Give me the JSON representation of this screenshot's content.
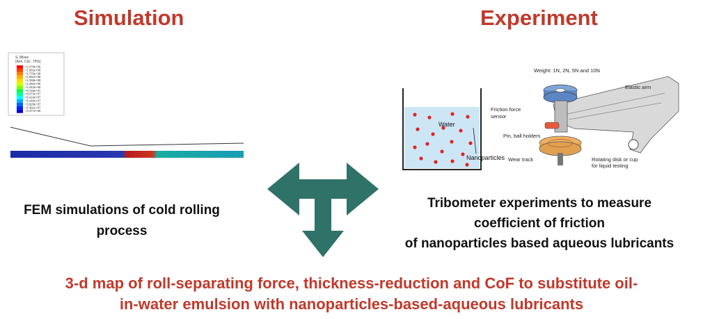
{
  "simulation": {
    "title": "Simulation",
    "caption_line1": "FEM simulations of cold rolling",
    "caption_line2": "process",
    "legend_title_line1": "S, Mises",
    "legend_title_line2": "(Ave. Crit.: 75%)",
    "legend_values": [
      "+2.079e+09",
      "+1.952e+08",
      "+1.779e+08",
      "+1.661e+08",
      "+1.359e+08",
      "+1.292e+08",
      "+1.042e+08",
      "+9.725e+07",
      "+8.573e+07",
      "+6.424e+07",
      "+5.246e+07",
      "+3.929e+07",
      "+1.381e+07",
      "+2.377e+06"
    ],
    "legend_colors": [
      "#ff0000",
      "#ff4000",
      "#ff8000",
      "#ffb000",
      "#ffe000",
      "#d0ff00",
      "#80ff00",
      "#00ff40",
      "#00ffa0",
      "#00ffff",
      "#00b0ff",
      "#0060ff",
      "#0020ff",
      "#0000c0"
    ]
  },
  "experiment": {
    "title": "Experiment",
    "caption_line1": "Tribometer experiments to measure",
    "caption_line2": "coefficient of friction",
    "caption_line3": "of nanoparticles based aqueous lubricants",
    "beaker": {
      "water_label": "Water",
      "nanoparticles_label": "Nanoparticles"
    },
    "tribometer": {
      "weight_label": "Weight: 1N, 2N, 5N and 10N",
      "elastic_arm_label": "Elastic arm",
      "friction_sensor_label_line1": "Friction force",
      "friction_sensor_label_line2": "sensor",
      "pin_holders_label": "Pin, ball holders",
      "wear_track_label": "Wear track",
      "rotating_disk_label_line1": "Rotating disk or cup",
      "rotating_disk_label_line2": "for liquid testing"
    }
  },
  "conclusion": {
    "line1": "3-d map of roll-separating force, thickness-reduction and CoF to substitute oil-",
    "line2": "in-water emulsion with nanoparticles-based-aqueous lubricants"
  },
  "colors": {
    "heading": "#c0392b",
    "arrow": "#2e7268",
    "water": "#cce6f6",
    "particle": "#e02424"
  }
}
